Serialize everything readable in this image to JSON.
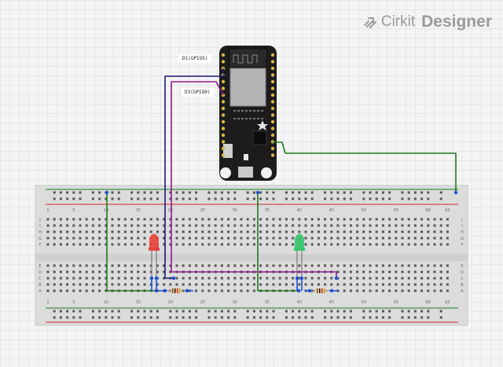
{
  "brand": {
    "name": "Cirkit",
    "suffix": "Designer",
    "icon": "cirkit-logo-icon"
  },
  "labels": {
    "d1": "D1(GPIO5)",
    "d3": "D3(GPIO0)"
  },
  "breadboard": {
    "columns": 63,
    "rows_top": [
      "J",
      "I",
      "H",
      "G",
      "F"
    ],
    "rows_bottom": [
      "E",
      "D",
      "C",
      "B",
      "A"
    ]
  },
  "components": {
    "board": "Adafruit Feather ESP8266",
    "led_left_color": "#e8453c",
    "led_right_color": "#35c46b"
  },
  "wire_colors": {
    "green": "#1a7a1a",
    "purple": "#8e1a8e",
    "navy": "#1a1a78",
    "blue": "#1a4fd6"
  }
}
